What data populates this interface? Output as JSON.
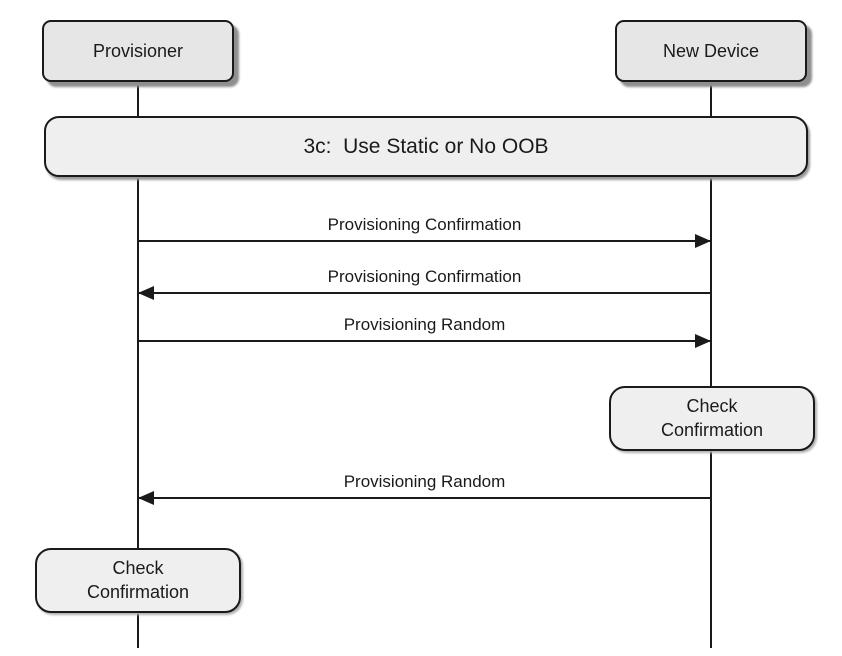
{
  "colors": {
    "background": "#ffffff",
    "actor_fill": "#e6e6e6",
    "panel_fill": "#efefef",
    "line": "#1a1a1a",
    "shadow": "#8f8f8f"
  },
  "actors": [
    {
      "label": "Provisioner"
    },
    {
      "label": "New Device"
    }
  ],
  "banner": {
    "label": "3c:  Use Static or No OOB"
  },
  "messages": [
    {
      "label": "Provisioning Confirmation",
      "direction": "right",
      "from": "Provisioner",
      "to": "New Device"
    },
    {
      "label": "Provisioning Confirmation",
      "direction": "left",
      "from": "New Device",
      "to": "Provisioner"
    },
    {
      "label": "Provisioning Random",
      "direction": "right",
      "from": "Provisioner",
      "to": "New Device"
    },
    {
      "label": "Provisioning Random",
      "direction": "left",
      "from": "New Device",
      "to": "Provisioner"
    }
  ],
  "notes": [
    {
      "line1": "Check",
      "line2": "Confirmation",
      "on": "New Device"
    },
    {
      "line1": "Check",
      "line2": "Confirmation",
      "on": "Provisioner"
    }
  ]
}
